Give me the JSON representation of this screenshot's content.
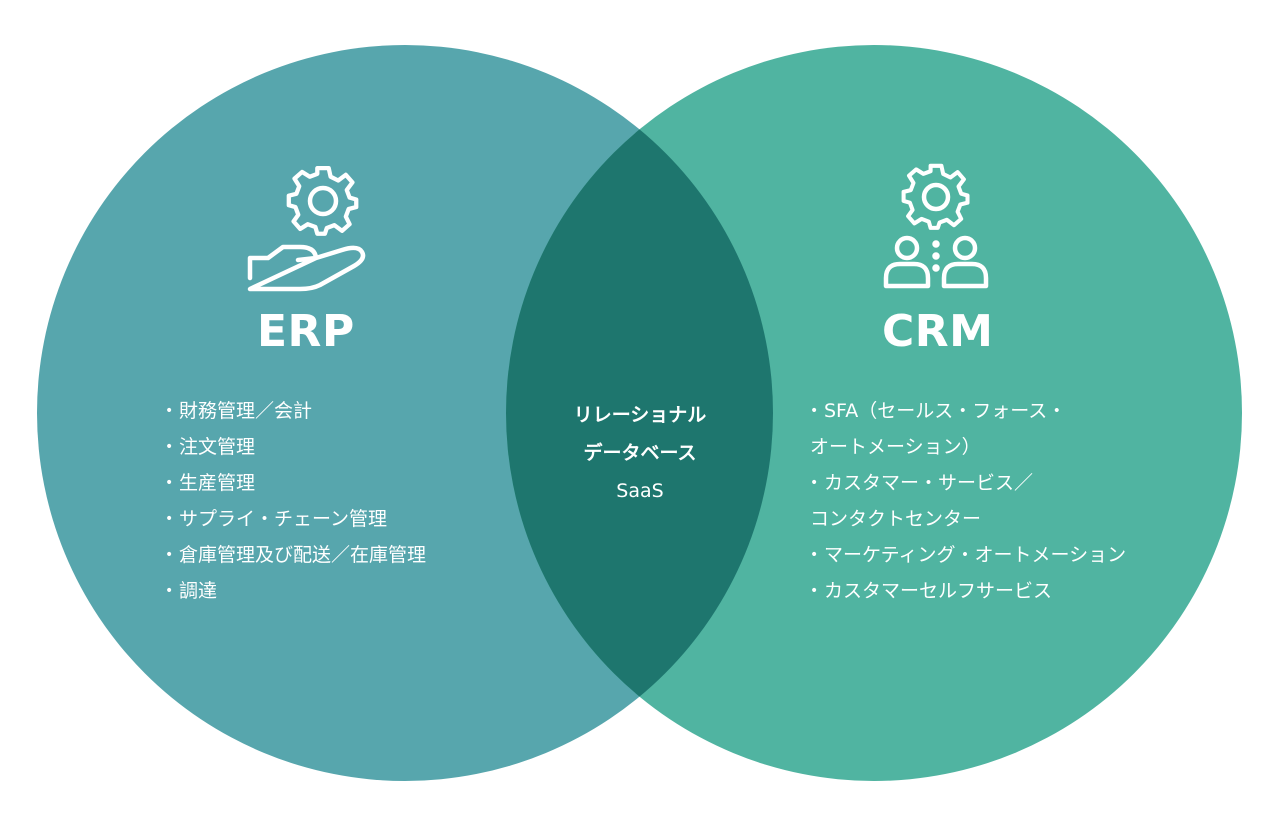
{
  "colors": {
    "erp_circle": "#57a6ad",
    "crm_circle": "#50b4a1",
    "overlap": "#1e766e",
    "text": "#ffffff"
  },
  "erp": {
    "icon": "hand-gear-icon",
    "title": "ERP",
    "items": [
      "財務管理／会計",
      "注文管理",
      "生産管理",
      "サプライ・チェーン管理",
      "倉庫管理及び配送／在庫管理",
      "調達"
    ]
  },
  "crm": {
    "icon": "people-gear-icon",
    "title": "CRM",
    "items": [
      {
        "bullet": "•",
        "text": "SFA（セールス・フォース・"
      },
      {
        "bullet": "",
        "text": "オートメーション）"
      },
      {
        "bullet": "•",
        "text": "カスタマー・サービス／"
      },
      {
        "bullet": "",
        "text": "コンタクトセンター"
      },
      {
        "bullet": "•",
        "text": "マーケティング・オートメーション"
      },
      {
        "bullet": "•",
        "text": "カスタマーセルフサービス"
      }
    ]
  },
  "center": {
    "line1": "リレーショナル",
    "line2": "データベース",
    "line3": "SaaS"
  },
  "bullet": "•"
}
